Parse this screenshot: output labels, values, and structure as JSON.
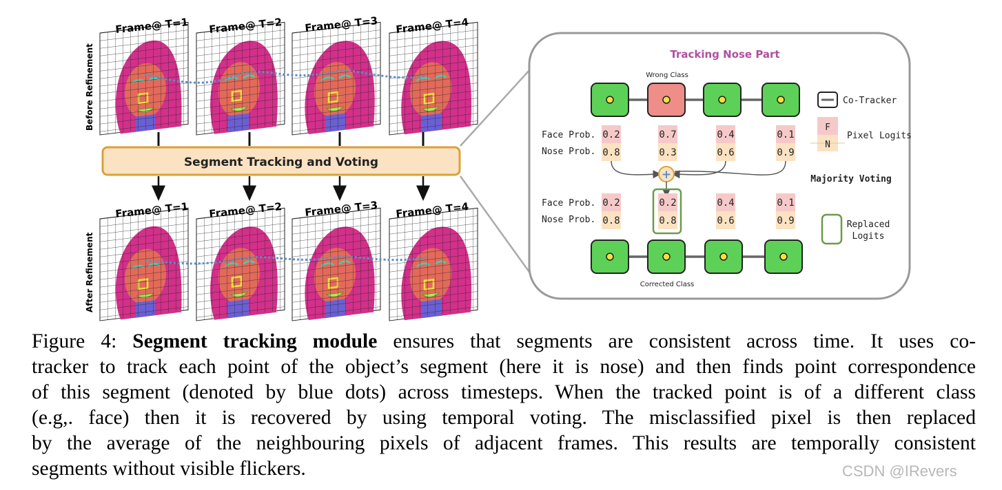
{
  "figure": {
    "frames_top": [
      "Frame@ T=1",
      "Frame@ T=2",
      "Frame@ T=3",
      "Frame@ T=4"
    ],
    "frames_bottom": [
      "Frame@ T=1",
      "Frame@ T=2",
      "Frame@ T=3",
      "Frame@ T=4"
    ],
    "side_label_top": "Before Refinement",
    "side_label_bottom": "After Refinement",
    "module_label": "Segment Tracking and Voting",
    "colors": {
      "hair": "#d2308a",
      "face": "#e36a5a",
      "neck": "#6a5fd3",
      "cyan_feature": "#3fd0b6",
      "nose": "#b8e35a",
      "track_box": "#f4e23a",
      "track_dots": "#5b8fc6",
      "module_fill": "#fbe2c2",
      "module_border": "#d8a23a",
      "node_green": "#5dd157",
      "node_red": "#ef8d88",
      "face_cell": "#f6c9c9",
      "nose_cell": "#fbe2c2",
      "replaced_border": "#6b9a4a",
      "title_purple": "#b04fa0"
    },
    "zoom": {
      "title": "Tracking Nose Part",
      "wrong_class": "Wrong Class",
      "corrected_class": "Corrected Class",
      "face_prob_label": "Face Prob.",
      "nose_prob_label": "Nose Prob.",
      "top_face": [
        "0.2",
        "0.7",
        "0.4",
        "0.1"
      ],
      "top_nose": [
        "0.8",
        "0.3",
        "0.6",
        "0.9"
      ],
      "bottom_face": [
        "0.2",
        "0.2",
        "0.4",
        "0.1"
      ],
      "bottom_nose": [
        "0.8",
        "0.8",
        "0.6",
        "0.9"
      ],
      "plus_symbol": "+",
      "legend": {
        "cotracker": "Co-Tracker",
        "pixel_logits": "Pixel Logits",
        "f": "F",
        "n": "N",
        "majority_voting": "Majority Voting",
        "replaced_line1": "Replaced",
        "replaced_line2": "Logits"
      }
    }
  },
  "caption": {
    "prefix": "Figure 4: ",
    "bold": "Segment tracking module",
    "lines": [
      " ensures that segments are consistent across time. It uses co-",
      "tracker to track each point of the object’s segment (here it is nose) and then finds point correspondence",
      "of this segment (denoted by blue dots) across timesteps. When the tracked point is of a different class",
      "(e.g,. face) then it is recovered by using temporal voting. The misclassified pixel is then replaced",
      "by the average of the neighbouring pixels of adjacent frames. This results are temporally consistent",
      "segments without visible flickers."
    ]
  },
  "watermark": "CSDN @IRevers"
}
